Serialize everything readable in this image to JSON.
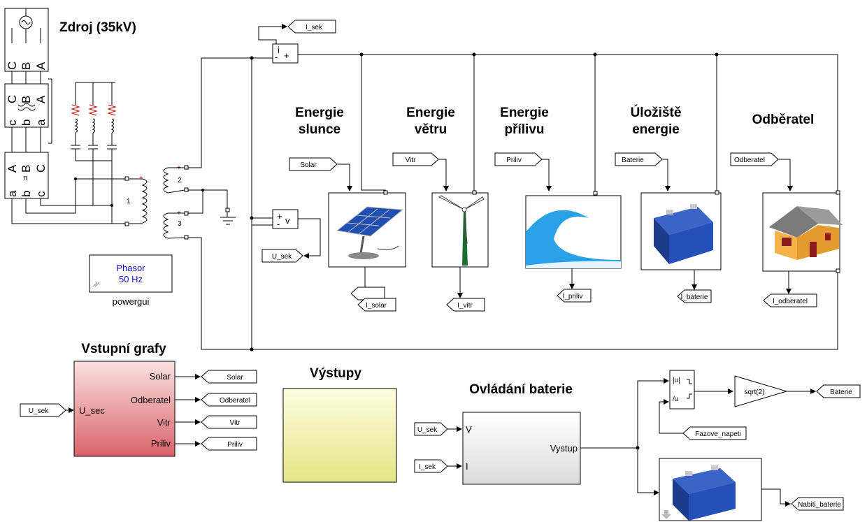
{
  "titles": {
    "source": "Zdroj (35kV)",
    "solar_1": "Energie",
    "solar_2": "slunce",
    "wind_1": "Energie",
    "wind_2": "větru",
    "tide_1": "Energie",
    "tide_2": "přílivu",
    "storage_1": "Úložiště",
    "storage_2": "energie",
    "consumer": "Odběratel",
    "input_graphs": "Vstupní grafy",
    "outputs": "Výstupy",
    "battery_control": "Ovládání baterie"
  },
  "powergui": {
    "line1": "Phasor",
    "line2": "50 Hz",
    "caption": "powergui"
  },
  "gotos": {
    "i_sek": "I_sek",
    "i_solar": "I_solar",
    "i_vitr": "I_vitr",
    "i_priliv": "I_priliv",
    "i_baterie": "I_baterie",
    "i_odberatel": "I_odberatel",
    "u_sek": "U_sek",
    "solar": "Solar",
    "odberatel": "Odberatel",
    "vitr": "Vitr",
    "priliv": "Priliv",
    "baterie": "Baterie",
    "nabiti_baterie": "Nabiti_baterie"
  },
  "froms": {
    "solar": "Solar",
    "vitr": "Vitr",
    "priliv": "Priliv",
    "baterie": "Baterie",
    "odberatel": "Odberatel",
    "u_sek_graphs": "U_sek",
    "u_sek_control": "U_sek",
    "i_sek_control": "I_sek",
    "fazove_napeti": "Fazove_napeti"
  },
  "measurement": {
    "current": "i",
    "current_plus": "+",
    "current_minus": "-",
    "voltage": "v",
    "voltage_plus": "+",
    "voltage_minus": "-"
  },
  "source_block": {
    "src_a": "A",
    "src_b": "B",
    "src_c": "C",
    "tr_A": "A",
    "tr_B": "B",
    "tr_C": "C",
    "tr_a": "a",
    "tr_b": "b",
    "tr_c": "c",
    "line_A": "A",
    "line_B": "B",
    "line_C": "C",
    "line_a": "a",
    "line_b": "b",
    "line_c": "c",
    "pi": "π"
  },
  "transformer": {
    "w1": "1",
    "w2": "2",
    "w3": "3"
  },
  "graphs_block": {
    "input": "U_sec",
    "out1": "Solar",
    "out2": "Odberatel",
    "out3": "Vitr",
    "out4": "Priliv"
  },
  "control_block": {
    "in_v": "V",
    "in_i": "I",
    "out": "Vystup"
  },
  "complex_block": {
    "abs": "|u|",
    "angle": "/u"
  },
  "gain": {
    "label": "sqrt(2)"
  },
  "colors": {
    "graphs_fill_top": "#fbe0e0",
    "graphs_fill_bottom": "#d9636a",
    "outputs_fill_top": "#fdfde0",
    "outputs_fill_bottom": "#e3e685",
    "powergui_text": "#1010c8",
    "ground_grey": "#888888"
  }
}
